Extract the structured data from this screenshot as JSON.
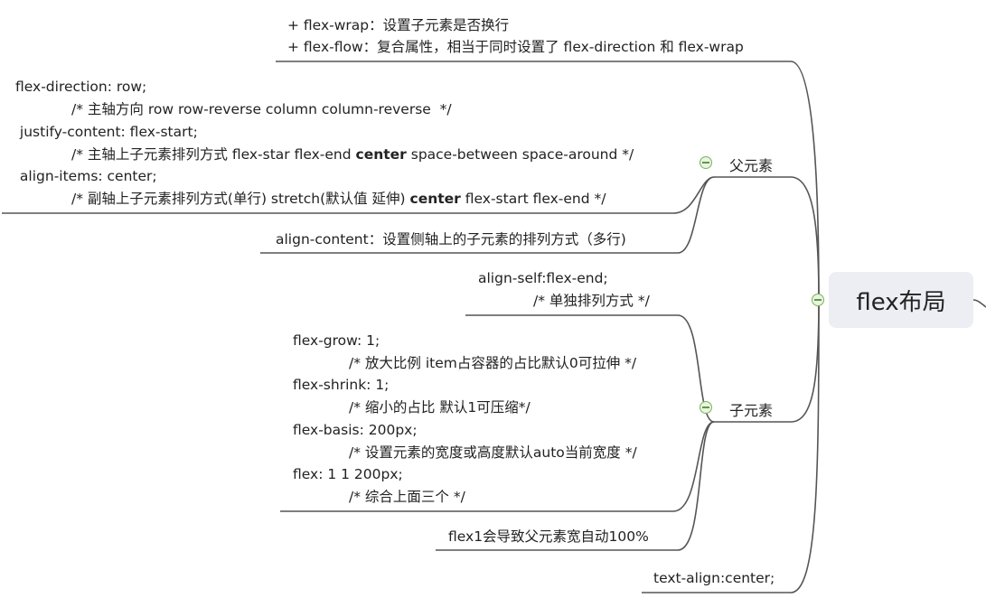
{
  "center": {
    "label": "flex布局"
  },
  "top_topic": {
    "line1": "+ flex-wrap：设置子元素是否换行",
    "line2": "+ flex-flow：复合属性，相当于同时设置了 flex-direction 和 flex-wrap"
  },
  "parent": {
    "label": "父元素",
    "block": [
      {
        "text": "flex-direction: row;"
      },
      {
        "text": "/* 主轴方向 row row-reverse column column-reverse  */"
      },
      {
        "text": " justify-content: flex-start;"
      },
      {
        "pre": "/* 主轴上子元素排列方式 flex-star flex-end ",
        "bold": "center",
        "post": " space-between space-around */"
      },
      {
        "text": " align-items: center;"
      },
      {
        "pre": "/* 副轴上子元素排列方式(单行) stretch(默认值 延伸) ",
        "bold": "center",
        "post": " flex-start flex-end */"
      }
    ],
    "align_content": "align-content：设置侧轴上的子元素的排列方式（多行)"
  },
  "child": {
    "label": "子元素",
    "align_self": [
      "align-self:flex-end;",
      "/* 单独排列方式 */"
    ],
    "block": [
      "flex-grow: 1;",
      "/* 放大比例 item占容器的占比默认0可拉伸 */",
      "flex-shrink: 1;",
      "/* 缩小的占比 默认1可压缩*/",
      "flex-basis: 200px;",
      "/* 设置元素的宽度或高度默认auto当前宽度 */",
      "flex: 1 1 200px;",
      "/* 综合上面三个 */"
    ],
    "flex1": "flex1会导致父元素宽自动100%"
  },
  "bottom_topic": {
    "label": "text-align:center;"
  },
  "colors": {
    "line": "#555555",
    "node_bg": "#eceef3",
    "collapse": "#7bb15f"
  }
}
